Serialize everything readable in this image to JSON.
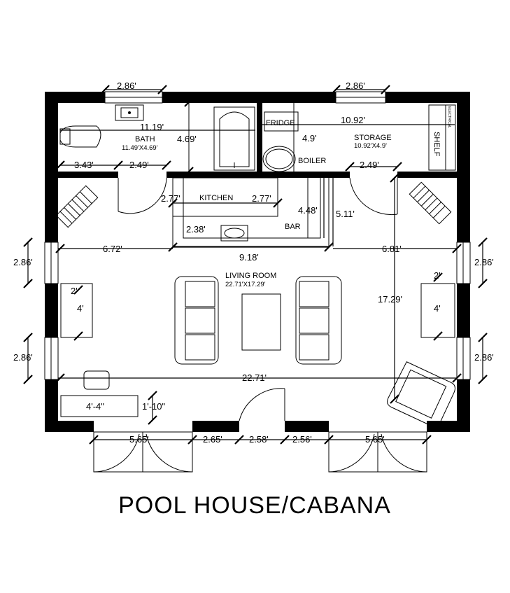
{
  "title": "POOL HOUSE/CABANA",
  "rooms": {
    "bath": {
      "name": "BATH",
      "size": "11.49'X4.69'"
    },
    "storage": {
      "name": "STORAGE",
      "size": "10.92'X4.9'"
    },
    "kitchen": {
      "name": "KITCHEN"
    },
    "bar": {
      "name": "BAR"
    },
    "living": {
      "name": "LIVING ROOM",
      "size": "22.71'X17.29'"
    }
  },
  "fixtures": {
    "fridge": "FRIDGE",
    "boiler": "BOILER",
    "shelf": "SHELF",
    "electrical": "ELECTRICAL"
  },
  "dimensions": {
    "top_window_left": "2.86'",
    "top_window_right": "2.86'",
    "bath_width": "11.19'",
    "bath_height": "4.69'",
    "bath_wall_left": "3.43'",
    "bath_door": "2.49'",
    "storage_width": "10.92'",
    "storage_height": "4.9'",
    "storage_door": "2.49'",
    "kitchen_left": "2.77'",
    "kitchen_right": "2.77'",
    "bar_depth": "4.48'",
    "bar_sink": "2.38'",
    "door_right_height": "5.11'",
    "living_left": "6.72'",
    "bar_width": "9.18'",
    "living_right": "6.81'",
    "window_left_upper": "2.86'",
    "window_right_upper": "2.86'",
    "side_table_left_w": "2'",
    "side_table_left_h": "4'",
    "side_table_right_w": "2'",
    "side_table_right_h": "4'",
    "living_height": "17.29'",
    "window_left_lower": "2.86'",
    "window_right_lower": "2.86'",
    "living_width": "22.71'",
    "bench_width": "4'-4\"",
    "bench_depth": "1'-10\"",
    "bottom_door_left": "5.65'",
    "bottom_wall_left": "2.65'",
    "front_door": "2.58'",
    "bottom_wall_right": "2.56'",
    "bottom_door_right": "5.65'"
  }
}
